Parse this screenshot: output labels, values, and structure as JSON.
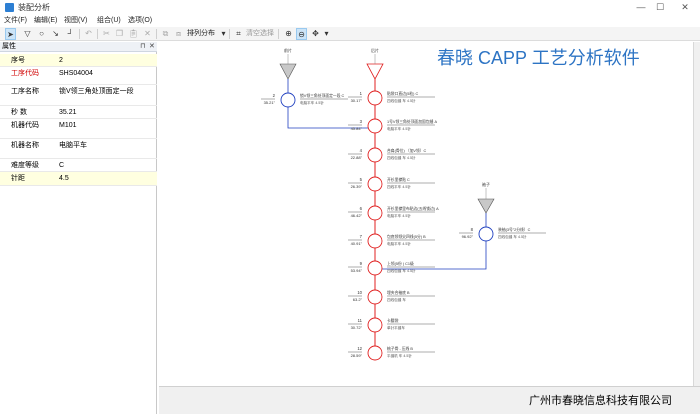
{
  "window": {
    "title": "装配分析",
    "minimize": "—",
    "maximize": "☐",
    "close": "✕"
  },
  "menu": {
    "file": "文件(F)",
    "edit": "编辑(E)",
    "view": "视图(V)",
    "combine": "组合(U)",
    "options": "选项(O)"
  },
  "toolbar": {
    "arrange": "排列分布",
    "clear": "清空选择"
  },
  "properties": {
    "title": "属性",
    "rows": [
      {
        "label": "序号",
        "value": "2"
      },
      {
        "label": "工序代码",
        "value": "SHS04004"
      },
      {
        "label": "工序名称",
        "value": "锁V领三角处顶面定一段"
      },
      {
        "label": "秒 数",
        "value": "35.21"
      },
      {
        "label": "机器代码",
        "value": "M101"
      },
      {
        "label": "机器名称",
        "value": "电脑平车"
      },
      {
        "label": "难度等级",
        "value": "C"
      },
      {
        "label": "针距",
        "value": "4.5"
      }
    ]
  },
  "diagram": {
    "left_tri_label": "前片",
    "main_tri_label": "后片",
    "right_tri_label": "袖子",
    "nodes": [
      {
        "num": "1",
        "time": "30.17\"",
        "name": "贴袋口直边(5粒) C",
        "line2": "四线包缝  车 4.5针"
      },
      {
        "num": "2",
        "time": "35.21\"",
        "name": "锁V领三角处顶面定一段  C",
        "line2": "电脑平车  4.5针"
      },
      {
        "num": "3",
        "time": "45.84\"",
        "name": "1号V领三角处顶面加固包缝 A",
        "line2": "电脑平车  4.5针"
      },
      {
        "num": "4",
        "time": "22.88\"",
        "name": "合肩(骨位)  （加V领）C",
        "line2": "四线包缝 车 4.5针"
      },
      {
        "num": "5",
        "time": "26.39\"",
        "name": "开衫里襟贴  C",
        "line2": "四线平车 4.5针"
      },
      {
        "num": "6",
        "time": "46.42\"",
        "name": "开衫里襟里布贴边(五线锁边) A",
        "line2": "电脑平车 4.5针"
      },
      {
        "num": "7",
        "time": "40.91\"",
        "name": "包底领领尖四线(5分)  B",
        "line2": "电脑平车 4.5针"
      },
      {
        "num": "8",
        "time": "96.92\"",
        "name": "装袖(3号\"2分线）C",
        "line2": "四线包缝 车 4.5针"
      },
      {
        "num": "9",
        "time": "53.94\"",
        "name": "上领(5份 )  C1级",
        "line2": "四线包缝 车 4.5针"
      },
      {
        "num": "10",
        "time": "63.2\"",
        "name": "埋夹合袖底 B",
        "line2": "四线包缝 车"
      },
      {
        "num": "11",
        "time": "30.72\"",
        "name": "卡腰袋",
        "line2": "单针平缝车"
      },
      {
        "num": "12",
        "time": "28.59\"",
        "name": "梳子骨 - 压线 B",
        "line2": "平缝机  车 4.5针"
      }
    ]
  },
  "watermark": "春晓 CAPP 工艺分析软件",
  "company": "广州市春晓信息科技有限公司"
}
